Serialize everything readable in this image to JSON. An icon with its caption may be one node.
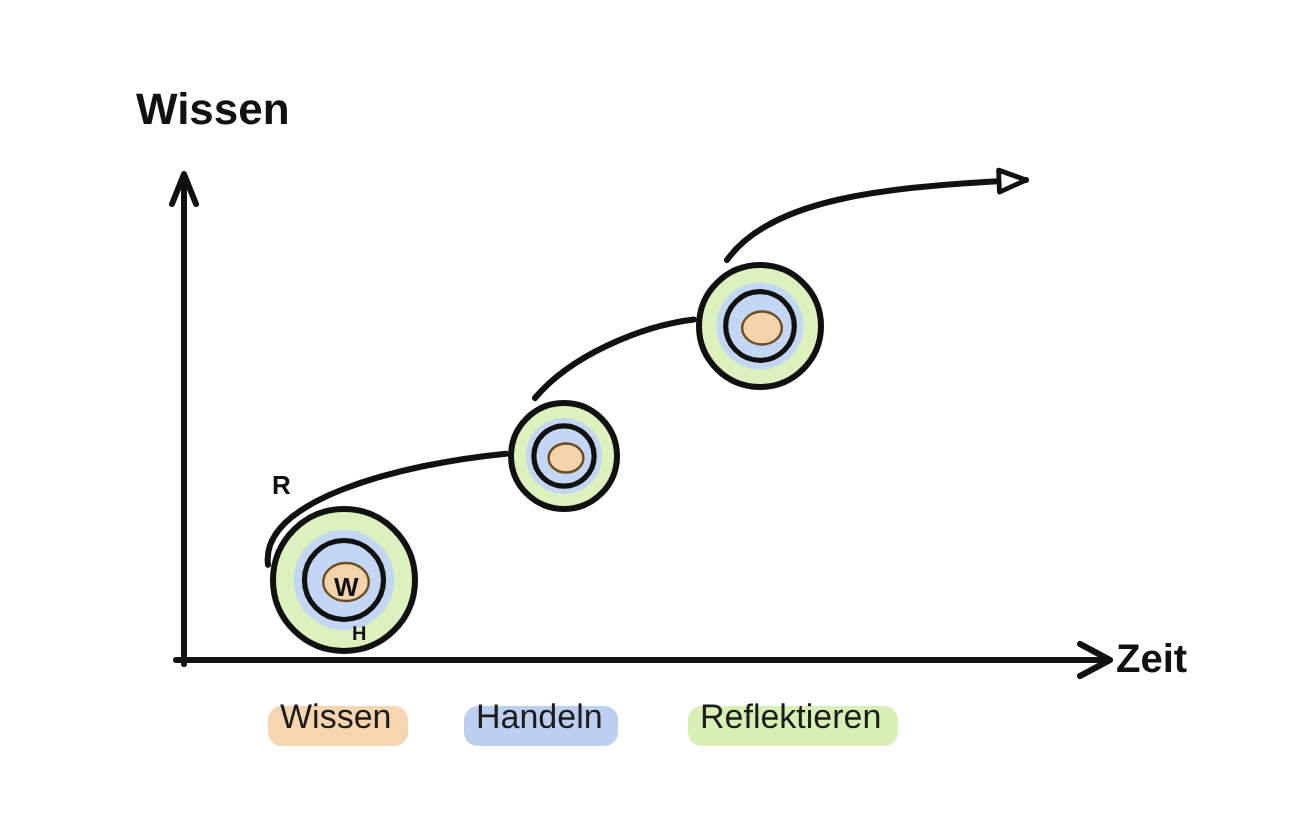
{
  "diagram": {
    "nodes": [
      {
        "text": [],
        "shape": "circle"
      },
      {
        "text": [],
        "shape": "circle"
      },
      {
        "text": [],
        "shape": "circle"
      }
    ],
    "edges": [
      {
        "from": 0,
        "to": 1,
        "arrow": "none"
      },
      {
        "from": 1,
        "to": 2,
        "arrow": "none"
      },
      {
        "from": 2,
        "to": null,
        "arrow": "to"
      }
    ],
    "labels": [
      "Wissen",
      "R",
      "W",
      "H",
      "Zeit"
    ],
    "legend": [
      {
        "text": "Wissen",
        "color": "#f5d6b0"
      },
      {
        "text": "Handeln",
        "color": "#bccff0"
      },
      {
        "text": "Reflektieren",
        "color": "#d8f0b5"
      }
    ]
  }
}
